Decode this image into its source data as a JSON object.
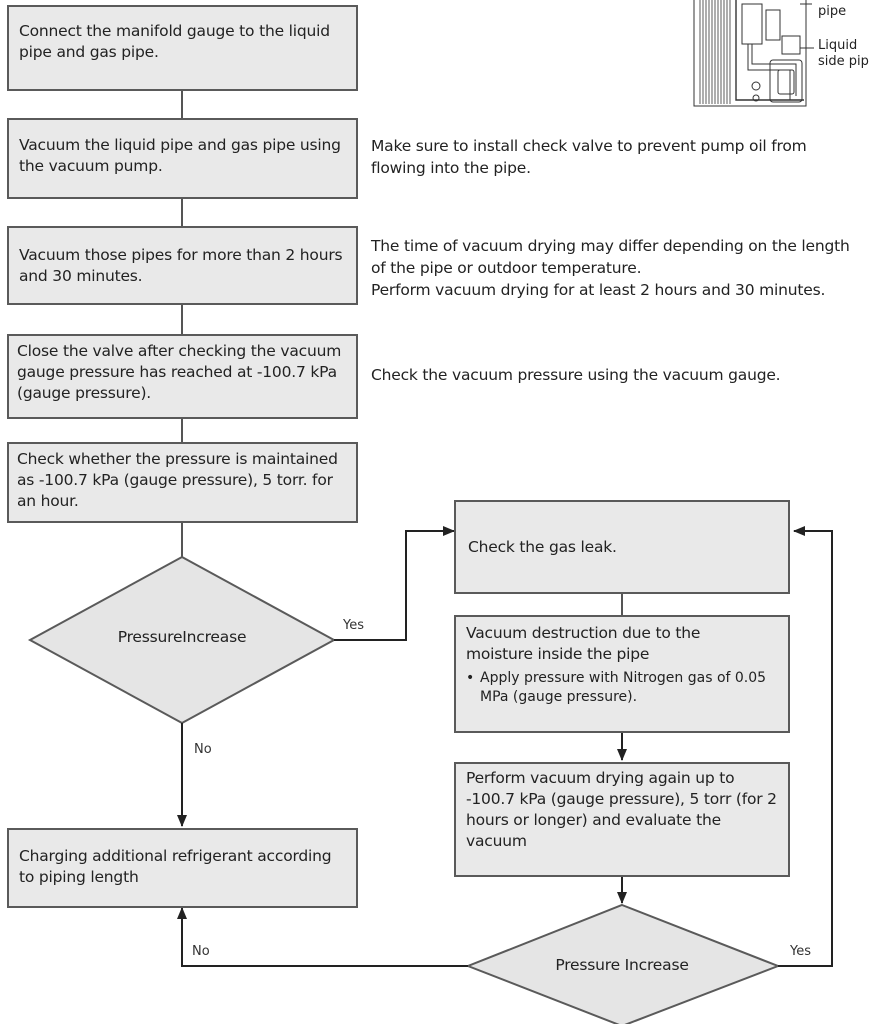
{
  "steps": {
    "connect": "Connect the manifold gauge to the liquid pipe and gas pipe.",
    "vacuum": "Vacuum the liquid pipe and gas pipe using the vacuum pump.",
    "vacuum_time": "Vacuum those pipes for more than 2 hours and 30 minutes.",
    "close_valve": "Close the valve after checking the vacuum gauge pressure has reached at -100.7 kPa (gauge pressure).",
    "check_pressure": "Check whether the pressure is maintained as -100.7 kPa (gauge pressure), 5 torr. for an hour.",
    "gas_leak": "Check the gas leak.",
    "destruction_title": "Vacuum destruction due to the moisture inside the pipe",
    "destruction_bullet": "Apply pressure with Nitrogen gas of 0.05 MPa (gauge pressure).",
    "dry_again": "Perform vacuum drying again up to -100.7 kPa (gauge pressure), 5 torr (for 2 hours or longer) and evaluate the vacuum",
    "charging": "Charging additional refrigerant according to piping length"
  },
  "decisions": {
    "first": "PressureIncrease",
    "second": "Pressure Increase"
  },
  "edge_labels": {
    "yes": "Yes",
    "no": "No"
  },
  "notes": {
    "check_valve": "Make sure to install check valve to prevent pump oil from flowing into the pipe.",
    "time_line1": "The time of vacuum drying may differ depending on the length of the pipe or outdoor temperature.",
    "time_line2": "Perform vacuum drying for at least 2 hours and 30 minutes.",
    "gauge": "Check the vacuum pressure using the vacuum gauge."
  },
  "illustration": {
    "label_pipe": "pipe",
    "label_liquid": "Liquid",
    "label_side_pipe": "side pip"
  },
  "colors": {
    "box_fill": "#e9e9e9",
    "stroke": "#5a5a5a",
    "diamond_fill": "#e5e5e5"
  }
}
